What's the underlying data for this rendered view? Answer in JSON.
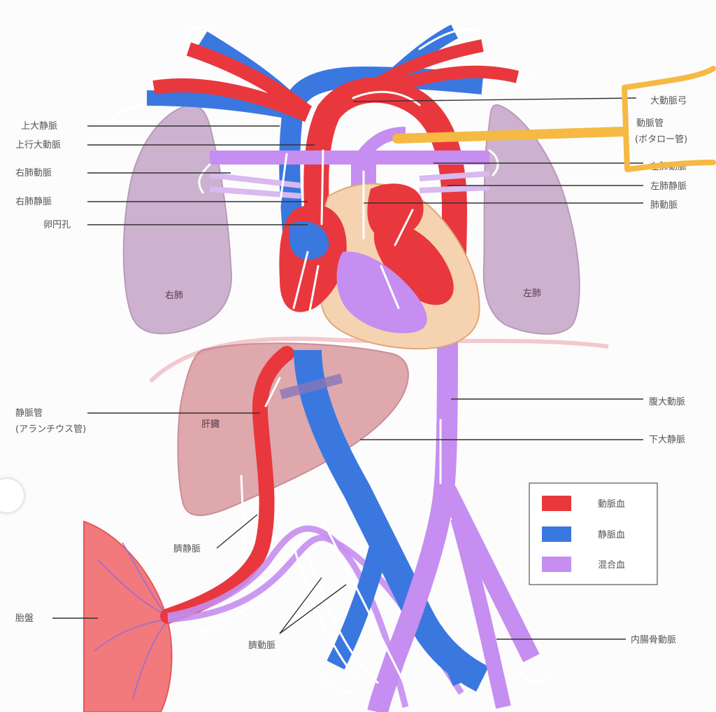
{
  "labels": {
    "svc": "上大静脈",
    "asc_aorta": "上行大動脈",
    "r_pa": "右肺動脈",
    "r_pv": "右肺静脈",
    "foramen": "卵円孔",
    "ductus_venosus_1": "静脈管",
    "ductus_venosus_2": "(アランチウス管)",
    "umb_vein": "臍静脈",
    "placenta": "胎盤",
    "umb_artery": "臍動脈",
    "aortic_arch": "大動脈弓",
    "ductus_arteriosus_1": "動脈管",
    "ductus_arteriosus_2": "(ボタロー管)",
    "l_pa": "左肺動脈",
    "l_pv": "左肺静脈",
    "pulm_artery": "肺動脈",
    "desc_aorta": "腹大動脈",
    "ivc": "下大静脈",
    "int_iliac": "内腸骨動脈",
    "right_lung": "右肺",
    "left_lung": "左肺",
    "liver": "肝臓"
  },
  "legend": {
    "items": [
      {
        "label": "動脈血",
        "color": "#e8383d"
      },
      {
        "label": "静脈血",
        "color": "#3a78e0"
      },
      {
        "label": "混合血",
        "color": "#c58ef0"
      }
    ]
  },
  "colors": {
    "arterial": "#e8383d",
    "venous": "#3a78e0",
    "mixed": "#c58ef0",
    "lung": "#cdb2cf",
    "liver": "#d99aa0",
    "heart_muscle": "#f6d3b0",
    "highlight": "#f5b944"
  }
}
